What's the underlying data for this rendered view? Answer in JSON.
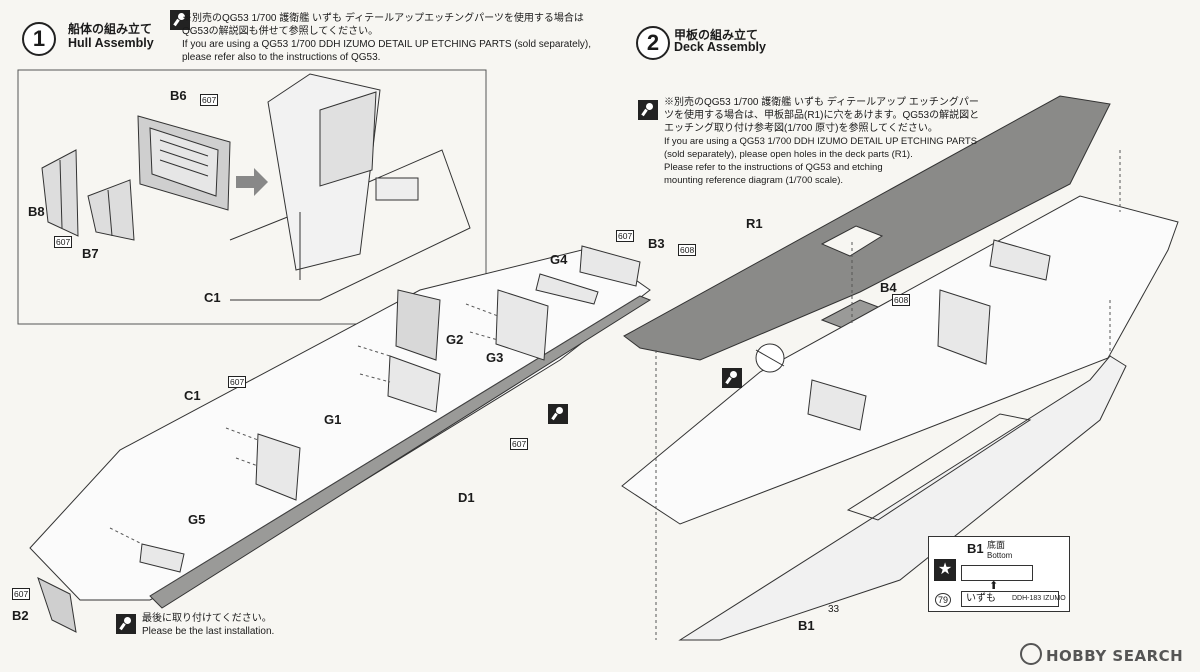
{
  "step1": {
    "number": "1",
    "title_jp": "船体の組み立て",
    "title_en": "Hull Assembly",
    "note_jp1": "※別売のQG53 1/700 護衛艦 いずも ディテールアップエッチングパーツを使用する場合は",
    "note_jp2": "QG53の解説図も併せて参照してください。",
    "note_en1": "If you are using a QG53 1/700 DDH IZUMO DETAIL UP ETCHING PARTS (sold separately),",
    "note_en2": "please refer also to the instructions of QG53.",
    "last_jp": "最後に取り付けてください。",
    "last_en": "Please be the last installation."
  },
  "step2": {
    "number": "2",
    "title_jp": "甲板の組み立て",
    "title_en": "Deck Assembly",
    "note_jp1": "※別売のQG53 1/700 護衛艦 いずも ディテールアップ エッチングパー",
    "note_jp2": "ツを使用する場合は、甲板部品(R1)に穴をあけます。QG53の解説図と",
    "note_jp3": "エッチング取り付け参考図(1/700 原寸)を参照してください。",
    "note_en1": "If you are using a QG53 1/700 DDH IZUMO DETAIL UP ETCHING PARTS",
    "note_en2": "(sold separately), please open holes in the deck parts (R1).",
    "note_en3": "Please refer to the instructions of QG53 and etching",
    "note_en4": "mounting reference diagram (1/700 scale)."
  },
  "labels": {
    "b6": "B6",
    "b8": "B8",
    "b7": "B7",
    "c1_top": "C1",
    "c1": "C1",
    "g4": "G4",
    "b3": "B3",
    "g2": "G2",
    "g3": "G3",
    "g1": "G1",
    "d1": "D1",
    "g5": "G5",
    "b2": "B2",
    "r1": "R1",
    "b4": "B4",
    "b1": "B1"
  },
  "codes": {
    "c607a": "607",
    "c607b": "607",
    "c607c": "607",
    "c607d": "607",
    "c607e": "607",
    "c607f": "607",
    "c608a": "608",
    "c608b": "608",
    "c33": "33"
  },
  "bottom_box": {
    "part": "B1",
    "label_jp": "底面",
    "label_en": "Bottom",
    "hull_number": "79",
    "name_jp": "いずも",
    "name_en": "DDH-183 IZUMO"
  },
  "watermark": "HOBBY SEARCH",
  "colors": {
    "ink": "#1b1b1b",
    "deck": "#8a8a88",
    "paper": "#f7f6f2"
  }
}
